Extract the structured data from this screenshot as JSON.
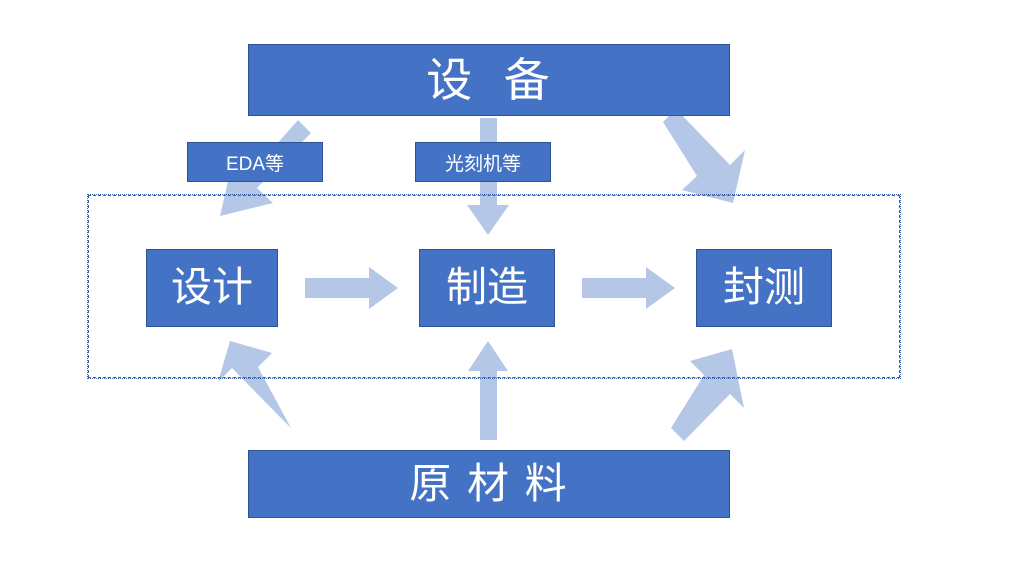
{
  "diagram": {
    "title_top": "设  备",
    "title_bottom": "原 材 料",
    "colors": {
      "box_fill": "#4472C4",
      "box_border": "#2E5395",
      "arrow_fill": "#B4C7E7",
      "container_border": "#3B5EA8",
      "box_text": "#FFFFFF",
      "background": "#FFFFFF"
    },
    "boxes": {
      "equipment": "设  备",
      "raw_material": "原 材 料",
      "design": "设计",
      "manufacture": "制造",
      "packaging_test": "封测"
    },
    "labels": {
      "eda": "EDA等",
      "litho": "光刻机等"
    },
    "arrows": [
      {
        "name": "equipment-to-design",
        "from": "设  备",
        "to": "设计",
        "direction": "down-left",
        "annotation": "EDA等"
      },
      {
        "name": "equipment-to-manufacture",
        "from": "设  备",
        "to": "制造",
        "direction": "down",
        "annotation": "光刻机等"
      },
      {
        "name": "equipment-to-packaging-test",
        "from": "设  备",
        "to": "封测",
        "direction": "down-right",
        "annotation": ""
      },
      {
        "name": "design-to-manufacture",
        "from": "设计",
        "to": "制造",
        "direction": "right",
        "annotation": ""
      },
      {
        "name": "manufacture-to-packaging-test",
        "from": "制造",
        "to": "封测",
        "direction": "right",
        "annotation": ""
      },
      {
        "name": "raw-material-to-design",
        "from": "原 材 料",
        "to": "设计",
        "direction": "up-left",
        "annotation": ""
      },
      {
        "name": "raw-material-to-manufacture",
        "from": "原 材 料",
        "to": "制造",
        "direction": "up",
        "annotation": ""
      },
      {
        "name": "raw-material-to-packaging-test",
        "from": "原 材 料",
        "to": "封测",
        "direction": "up-right",
        "annotation": ""
      }
    ]
  }
}
